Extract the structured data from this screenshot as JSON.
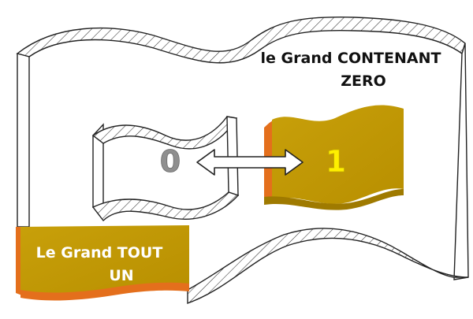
{
  "diagram": {
    "outer_container": {
      "label_line1": "le Grand CONTENANT",
      "label_line2": "ZERO"
    },
    "inner_container": {
      "label": "0"
    },
    "inner_sheet": {
      "label": "1"
    },
    "corner_sheet": {
      "label_line1": "Le Grand TOUT",
      "label_line2": "UN"
    },
    "colors": {
      "gold": "#c39a06",
      "gold_dark": "#9f7a00",
      "orange_edge": "#e46f1c",
      "zero_gray": "#8f8f8f",
      "one_yellow": "#fff000",
      "outline": "#222222"
    }
  }
}
